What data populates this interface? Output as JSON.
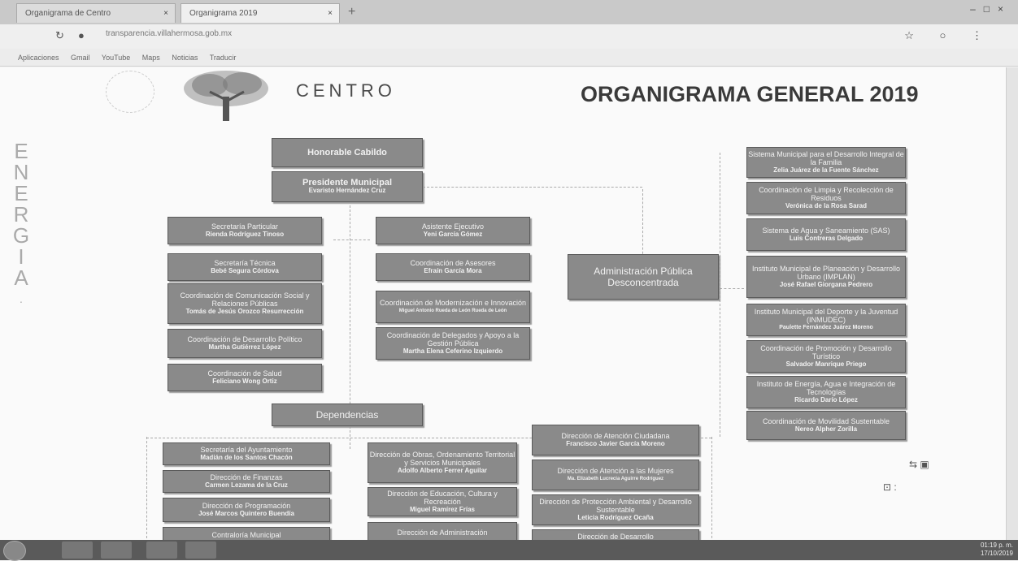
{
  "browser": {
    "tabs": [
      {
        "label": "Organigrama de Centro",
        "close": "×"
      },
      {
        "label": "Organigrama 2019",
        "close": "×"
      }
    ],
    "new_tab": "+",
    "window_controls": "–□×",
    "url": "transparencia.villahermosa.gob.mx",
    "bookmarks": [
      "Aplicaciones",
      "Gmail",
      "YouTube",
      "Maps",
      "Noticias",
      "Traducir"
    ]
  },
  "page": {
    "brand": "CENTRO",
    "title": "ORGANIGRAMA GENERAL 2019",
    "side_vertical": [
      "E",
      "N",
      "E",
      "R",
      "G",
      "I",
      "A",
      "."
    ]
  },
  "org": {
    "cabildo": {
      "title": "Honorable Cabildo"
    },
    "presidente": {
      "title": "Presidente Municipal",
      "name": "Evaristo Hernández Cruz"
    },
    "left_col": [
      {
        "title": "Secretaría Particular",
        "name": "Rienda Rodríguez Tinoso"
      },
      {
        "title": "Secretaría Técnica",
        "name": "Bebé Segura Córdova"
      },
      {
        "title": "Coordinación de Comunicación Social y Relaciones Públicas",
        "name": "Tomás de Jesús Orozco Resurrección"
      },
      {
        "title": "Coordinación de Desarrollo Político",
        "name": "Martha Gutiérrez López"
      },
      {
        "title": "Coordinación de Salud",
        "name": "Feliciano Wong Ortiz"
      }
    ],
    "mid_col": [
      {
        "title": "Asistente Ejecutivo",
        "name": "Yeni García Gómez"
      },
      {
        "title": "Coordinación de Asesores",
        "name": "Efraín García Mora"
      },
      {
        "title": "Coordinación de Modernización e Innovación",
        "name": "Miguel Antonio Rueda de León Rueda de León"
      },
      {
        "title": "Coordinación de Delegados y Apoyo a la Gestión Pública",
        "name": "Martha Elena Ceferino Izquierdo"
      }
    ],
    "desconcentrada": {
      "title": "Administración Pública Desconcentrada"
    },
    "right_col": [
      {
        "title": "Sistema Municipal para el Desarrollo Integral de la Familia",
        "name": "Zelia Juárez de la Fuente Sánchez"
      },
      {
        "title": "Coordinación de Limpia y Recolección de Residuos",
        "name": "Verónica de la Rosa Sarad"
      },
      {
        "title": "Sistema de Agua y Saneamiento (SAS)",
        "name": "Luis Contreras Delgado"
      },
      {
        "title": "Instituto Municipal de Planeación y Desarrollo Urbano (IMPLAN)",
        "name": "José Rafael Giorgana Pedrero"
      },
      {
        "title": "Instituto Municipal del Deporte y la Juventud (INMUDEC)",
        "name": "Paulette Fernández Juárez Moreno"
      },
      {
        "title": "Coordinación de Promoción y Desarrollo Turístico",
        "name": "Salvador Manrique Priego"
      },
      {
        "title": "Instituto de Energía, Agua e Integración de Tecnologías",
        "name": "Ricardo Darío López"
      },
      {
        "title": "Coordinación de Movilidad Sustentable",
        "name": "Nereo Alpher Zorilla"
      }
    ],
    "dependencias": {
      "title": "Dependencias"
    },
    "dep_col1": [
      {
        "title": "Secretaría del Ayuntamiento",
        "name": "Madián de los Santos Chacón"
      },
      {
        "title": "Dirección de Finanzas",
        "name": "Carmen Lezama de la Cruz"
      },
      {
        "title": "Dirección de Programación",
        "name": "José Marcos Quintero Buendía"
      },
      {
        "title": "Contraloría Municipal",
        "name": ""
      }
    ],
    "dep_col2": [
      {
        "title": "Dirección de Obras, Ordenamiento Territorial y Servicios Municipales",
        "name": "Adolfo Alberto Ferrer Aguilar"
      },
      {
        "title": "Dirección de Educación, Cultura y Recreación",
        "name": "Miguel Ramírez Frías"
      },
      {
        "title": "Dirección de Administración",
        "name": ""
      }
    ],
    "dep_col3": [
      {
        "title": "Dirección de Atención Ciudadana",
        "name": "Francisco Javier García Moreno"
      },
      {
        "title": "Dirección de Atención a las Mujeres",
        "name": "Ma. Elizabeth Lucrecia Aguirre Rodríguez"
      },
      {
        "title": "Dirección de Protección Ambiental y Desarrollo Sustentable",
        "name": "Leticia Rodríguez Ocaña"
      },
      {
        "title": "Dirección de Desarrollo",
        "name": ""
      }
    ]
  },
  "taskbar": {
    "time": "01:19 p. m.",
    "date": "17/10/2019"
  }
}
